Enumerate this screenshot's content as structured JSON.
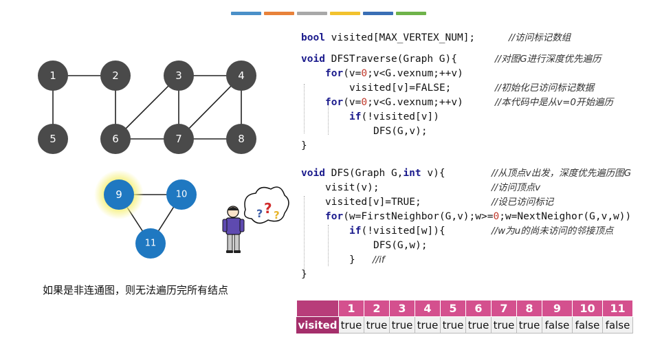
{
  "top_bar_colors": [
    "#4a90c8",
    "#e8823a",
    "#a8a8a8",
    "#f2c22e",
    "#3a6fb5",
    "#6fb34a"
  ],
  "graph1": {
    "nodes": [
      "1",
      "2",
      "3",
      "4",
      "5",
      "6",
      "7",
      "8"
    ],
    "node_color": "#4a4a4a"
  },
  "graph2": {
    "nodes": [
      "9",
      "10",
      "11"
    ],
    "node_color": "#1f78c1",
    "highlight_color": "#f5f07a"
  },
  "figure_icon": "confused-person-icon",
  "caption": "如果是非连通图，则无法遍历完所有结点",
  "code": {
    "l1": {
      "kw": "bool",
      "rest": " visited[MAX_VERTEX_NUM];",
      "comment": "//访问标记数组"
    },
    "l2": {
      "kw": "void",
      "rest": " DFSTraverse(Graph G){",
      "comment": "//对图G进行深度优先遍历"
    },
    "l3": {
      "kw": "for",
      "a": "(v=",
      "n": "0",
      "b": ";v<G.vexnum;++v)"
    },
    "l4": {
      "text": "visited[v]=FALSE;",
      "comment": "//初始化已访问标记数据"
    },
    "l5": {
      "kw": "for",
      "a": "(v=",
      "n": "0",
      "b": ";v<G.vexnum;++v)",
      "comment": "//本代码中是从v=0开始遍历"
    },
    "l6": {
      "kw": "if",
      "rest": "(!visited[v])"
    },
    "l7": {
      "text": "DFS(G,v);"
    },
    "l8": {
      "text": "}"
    },
    "l9": {
      "kw": "void",
      "a": " DFS(Graph G,",
      "kw2": "int",
      "b": " v){",
      "comment": "//从顶点v出发，深度优先遍历图G"
    },
    "l10": {
      "text": "visit(v);",
      "comment": "//访问顶点v"
    },
    "l11": {
      "text": "visited[v]=TRUE;",
      "comment": "//设已访问标记"
    },
    "l12": {
      "kw": "for",
      "a": "(w=FirstNeighbor(G,v);w>=",
      "n": "0",
      "b": ";w=NextNeighor(G,v,w))"
    },
    "l13": {
      "kw": "if",
      "rest": "(!visited[w]){",
      "comment": "//w为u的尚未访问的邻接顶点"
    },
    "l14": {
      "text": "DFS(G,w);"
    },
    "l15": {
      "text": "}",
      "comment": "//if"
    },
    "l16": {
      "text": "}"
    }
  },
  "table": {
    "row_label": "visited",
    "headers": [
      "1",
      "2",
      "3",
      "4",
      "5",
      "6",
      "7",
      "8",
      "9",
      "10",
      "11"
    ],
    "values": [
      "true",
      "true",
      "true",
      "true",
      "true",
      "true",
      "true",
      "true",
      "false",
      "false",
      "false"
    ]
  }
}
